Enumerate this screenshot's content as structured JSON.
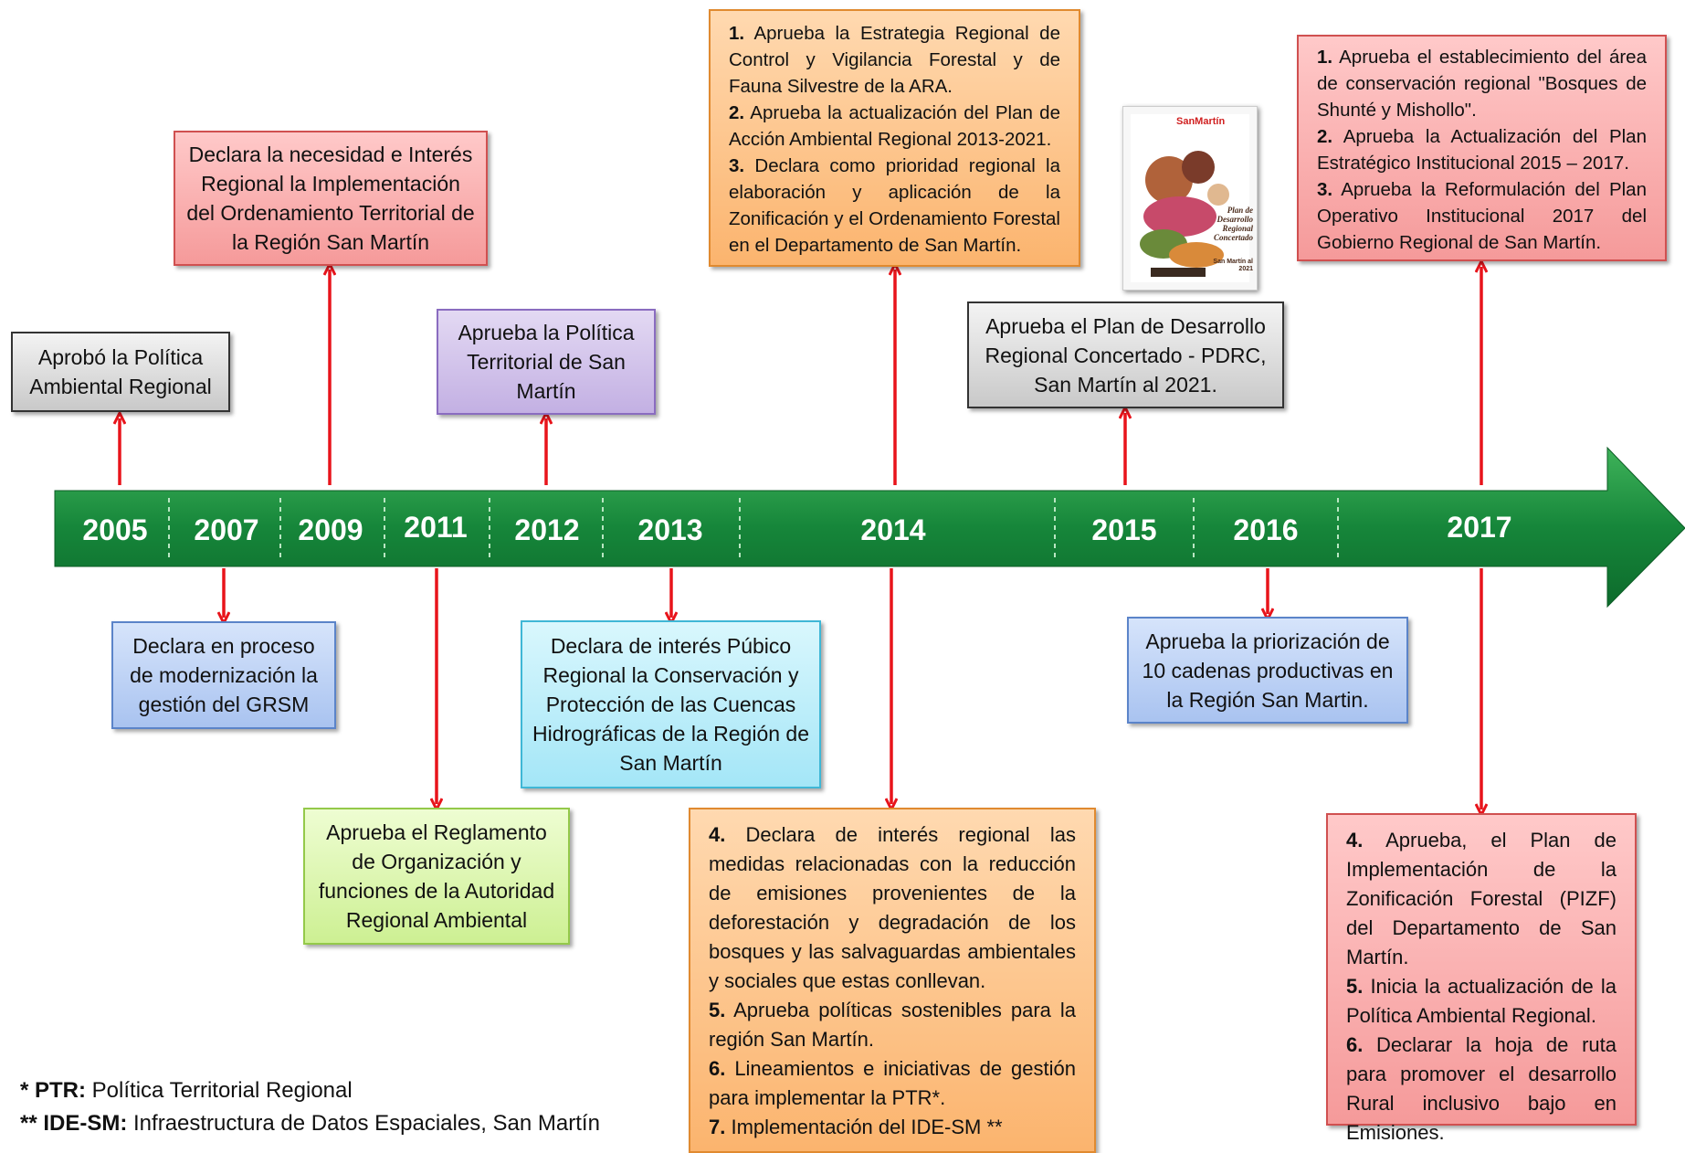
{
  "years": [
    "2005",
    "2007",
    "2009",
    "2011",
    "2012",
    "2013",
    "2014",
    "2015",
    "2016",
    "2017"
  ],
  "events_above": {
    "e2005": "Aprobó la Política Ambiental Regional",
    "e2009": "Declara la necesidad e Interés Regional la Implementación del Ordenamiento Territorial de la Región San Martín",
    "e2012": "Aprueba la Política Territorial de San Martín",
    "e2015": "Aprueba el Plan de Desarrollo Regional Concertado - PDRC, San Martín al 2021."
  },
  "events_below": {
    "e2007": "Declara en proceso de modernización la gestión del GRSM",
    "e2011": "Aprueba el Reglamento de Organización y funciones de la Autoridad Regional Ambiental",
    "e2013": "Declara de interés Púbico Regional la Conservación y Protección de las Cuencas Hidrográficas de la Región de San Martín",
    "e2016": "Aprueba la priorización de 10 cadenas productivas en la Región San Martin."
  },
  "list_2014_top": [
    {
      "num": "1.",
      "text": "Aprueba la Estrategia Regional de Control y Vigilancia Forestal y de Fauna Silvestre de la ARA."
    },
    {
      "num": "2.",
      "text": "Aprueba la actualización del Plan de Acción Ambiental Regional 2013-2021."
    },
    {
      "num": "3.",
      "text": "Declara como prioridad regional la elaboración y aplicación de la Zonificación y el Ordenamiento Forestal en el Departamento de San Martín."
    }
  ],
  "list_2014_bottom": [
    {
      "num": "4.",
      "text": "Declara de interés regional las medidas relacionadas con la reducción de emisiones provenientes de la deforestación y degradación de los bosques y las salvaguardas ambientales y sociales que estas conllevan."
    },
    {
      "num": "5.",
      "text": "Aprueba políticas sostenibles para la región San Martín."
    },
    {
      "num": "6.",
      "text": "Lineamientos e iniciativas de gestión para implementar la PTR*."
    },
    {
      "num": "7.",
      "text": "Implementación del IDE-SM **"
    }
  ],
  "list_2017_top": [
    {
      "num": "1.",
      "text": "Aprueba el establecimiento del área de conservación regional \"Bosques de Shunté y Mishollo\"."
    },
    {
      "num": "2.",
      "text": "Aprueba la Actualización del Plan Estratégico Institucional 2015 – 2017."
    },
    {
      "num": "3.",
      "text": "Aprueba la Reformulación del Plan Operativo Institucional 2017 del Gobierno Regional de San Martín."
    }
  ],
  "list_2017_bottom": [
    {
      "num": "4.",
      "text": "Aprueba, el Plan de Implementación de la Zonificación Forestal (PIZF) del Departamento de San Martín."
    },
    {
      "num": "5.",
      "text": "Inicia la actualización de la Política Ambiental Regional."
    },
    {
      "num": "6.",
      "text": "Declarar la hoja de ruta para promover el desarrollo Rural inclusivo bajo en Emisiones."
    }
  ],
  "book_cover": {
    "brand": "SanMartín",
    "title": "Plan de Desarrollo Regional Concertado",
    "subtitle": "San Martín al 2021"
  },
  "notes": [
    {
      "term": "* PTR:",
      "definition": "Política Territorial Regional"
    },
    {
      "term": "** IDE-SM:",
      "definition": "Infraestructura de Datos Espaciales, San Martín"
    }
  ],
  "colors": {
    "timeline_arrow": "#1a8a3a",
    "connector_arrows": "#e8141b"
  }
}
